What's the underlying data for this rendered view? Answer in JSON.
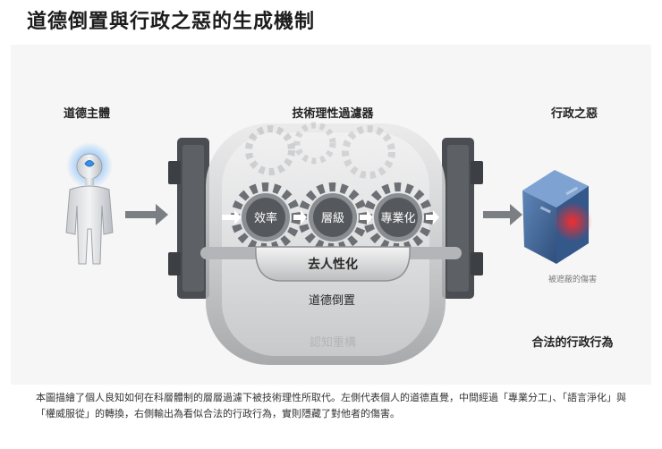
{
  "title": "道德倒置與行政之惡的生成機制",
  "columns": {
    "left": "道德主體",
    "middle": "技術理性過濾器",
    "right": "行政之惡"
  },
  "gears": [
    "效率",
    "層級",
    "專業化"
  ],
  "layers": {
    "lens": "去人性化",
    "inversion": "道德倒置",
    "restructure": "認知重構"
  },
  "cube_label": "被遮蔽的傷害",
  "output_label": "合法的行政行為",
  "caption": "本圖描繪了個人良知如何在科層體制的層層過濾下被技術理性所取代。左側代表個人的道德直覺，中間經過「專業分工」、「語言淨化」與「權威服從」的轉換，右側輸出為看似合法的行政行為，實則隱藏了對他者的傷害。"
}
